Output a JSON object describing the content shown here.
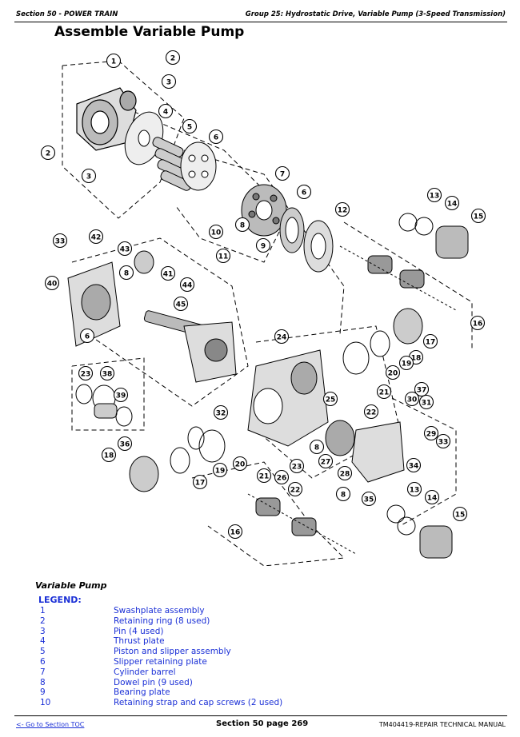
{
  "header": {
    "section": "Section 50 - POWER TRAIN",
    "group": "Group 25: Hydrostatic Drive, Variable Pump (3-Speed Transmission)"
  },
  "title": "Assemble Variable Pump",
  "diagram": {
    "callouts": [
      "1",
      "2",
      "3",
      "4",
      "5",
      "6",
      "7",
      "6",
      "8",
      "9",
      "10",
      "11",
      "12",
      "13",
      "14",
      "15",
      "16",
      "2",
      "3",
      "33",
      "42",
      "43",
      "40",
      "8",
      "41",
      "44",
      "45",
      "6",
      "24",
      "17",
      "18",
      "19",
      "20",
      "21",
      "22",
      "23",
      "38",
      "39",
      "37",
      "30",
      "31",
      "32",
      "25",
      "8",
      "27",
      "28",
      "29",
      "33",
      "34",
      "8",
      "36",
      "18",
      "17",
      "19",
      "20",
      "21",
      "26",
      "23",
      "22",
      "35",
      "13",
      "14",
      "15",
      "16"
    ]
  },
  "caption": "Variable Pump",
  "legend": {
    "heading": "LEGEND:",
    "items": [
      {
        "num": "1",
        "text": "Swashplate assembly"
      },
      {
        "num": "2",
        "text": "Retaining ring (8 used)"
      },
      {
        "num": "3",
        "text": "Pin (4 used)"
      },
      {
        "num": "4",
        "text": "Thrust plate"
      },
      {
        "num": "5",
        "text": "Piston and slipper assembly"
      },
      {
        "num": "6",
        "text": "Slipper retaining plate"
      },
      {
        "num": "7",
        "text": "Cylinder barrel"
      },
      {
        "num": "8",
        "text": "Dowel pin (9 used)"
      },
      {
        "num": "9",
        "text": "Bearing plate"
      },
      {
        "num": "10",
        "text": "Retaining strap and cap screws (2 used)"
      }
    ]
  },
  "footer": {
    "toc_link": "<- Go to Section TOC",
    "page": "Section 50 page 269",
    "manual": "TM404419-REPAIR TECHNICAL MANUAL"
  }
}
